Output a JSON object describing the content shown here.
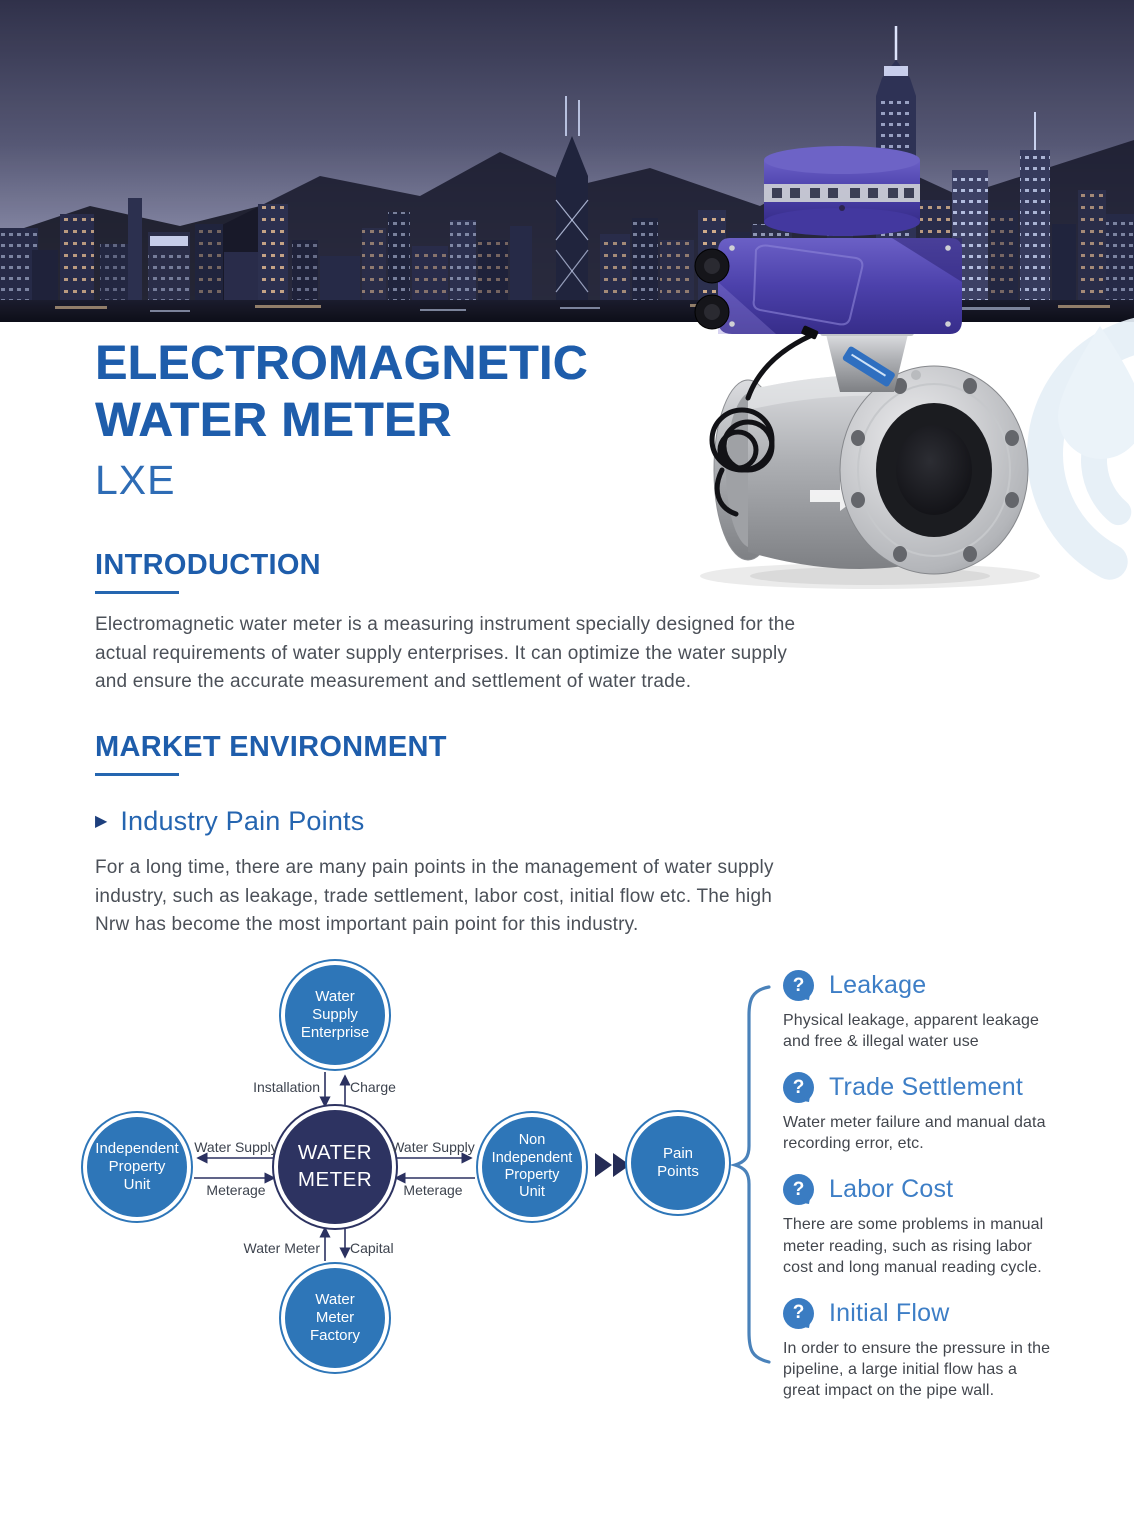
{
  "header": {
    "title_line1": "ELECTROMAGNETIC",
    "title_line2": "WATER METER",
    "model": "LXE"
  },
  "introduction": {
    "heading": "INTRODUCTION",
    "body": "Electromagnetic water meter is a measuring instrument specially designed for the actual requirements of water supply enterprises. It can optimize the water supply and ensure the accurate measurement and settlement of water trade."
  },
  "market_environment": {
    "heading": "MARKET ENVIRONMENT",
    "bullet_glyph": "▶",
    "subheading": "Industry Pain Points",
    "body": "For a long time, there are many pain points in the management of water supply industry, such as leakage, trade settlement, labor cost, initial flow etc. The high Nrw has become the most important pain point for this industry."
  },
  "diagram": {
    "center": {
      "line1": "WATER",
      "line2": "METER"
    },
    "top": {
      "line1": "Water",
      "line2": "Supply",
      "line3": "Enterprise"
    },
    "left": {
      "line1": "Independent",
      "line2": "Property",
      "line3": "Unit"
    },
    "right": {
      "line1": "Non",
      "line2": "Independent",
      "line3": "Property",
      "line4": "Unit"
    },
    "bottom": {
      "line1": "Water",
      "line2": "Meter",
      "line3": "Factory"
    },
    "result": {
      "line1": "Pain",
      "line2": "Points"
    },
    "edge_labels": {
      "installation": "Installation",
      "charge": "Charge",
      "supply_left": "Water Supply",
      "meterage_left": "Meterage",
      "supply_right": "Water Supply",
      "meterage_right": "Meterage",
      "water_meter": "Water Meter",
      "capital": "Capital"
    }
  },
  "pain_points": {
    "icon_glyph": "?",
    "items": [
      {
        "title": "Leakage",
        "description": "Physical leakage, apparent leakage and free & illegal water use"
      },
      {
        "title": "Trade Settlement",
        "description": "Water meter failure and manual data recording error, etc."
      },
      {
        "title": "Labor Cost",
        "description": "There are some problems in manual meter reading, such as rising labor cost and long manual reading cycle."
      },
      {
        "title": "Initial Flow",
        "description": "In order to ensure the pressure in the pipeline, a large initial flow has a great impact on the pipe wall."
      }
    ]
  },
  "colors": {
    "heading_blue": "#1e5dab",
    "subheading_blue": "#2565b0",
    "node_blue": "#2e76b8",
    "node_navy": "#2d3361",
    "pain_title_blue": "#3d7ec6",
    "pain_icon_blue": "#3a7cc2",
    "brace_blue": "#4a82ba",
    "body_text": "#4b5058"
  }
}
